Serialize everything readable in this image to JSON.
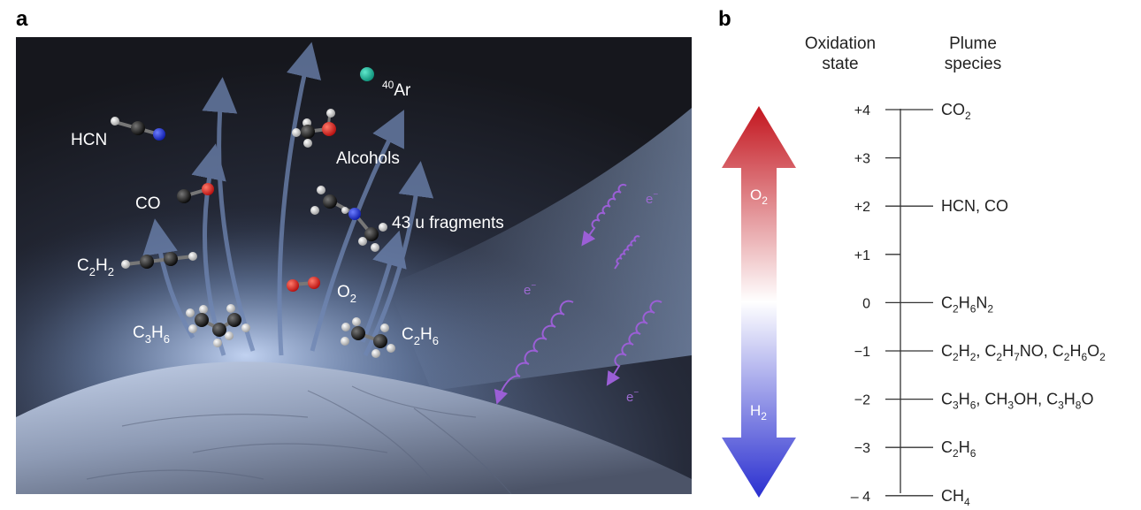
{
  "panel_a": {
    "letter": "a",
    "molecules": {
      "hcn": "HCN",
      "co": "CO",
      "c2h2": {
        "base1": "C",
        "sub1": "2",
        "base2": "H",
        "sub2": "2"
      },
      "c3h6": {
        "base1": "C",
        "sub1": "3",
        "base2": "H",
        "sub2": "6"
      },
      "ar": {
        "sup": "40",
        "base": "Ar"
      },
      "alcohols": "Alcohols",
      "fragments": "43 u fragments",
      "o2": {
        "base": "O",
        "sub": "2"
      },
      "c2h6": {
        "base1": "C",
        "sub1": "2",
        "base2": "H",
        "sub2": "6"
      }
    },
    "electron": {
      "base": "e",
      "sup": "−"
    }
  },
  "panel_b": {
    "letter": "b",
    "header_oxidation": [
      "Oxidation",
      "state"
    ],
    "header_plume": [
      "Plume",
      "species"
    ],
    "arrow_top_label": {
      "base": "O",
      "sub": "2"
    },
    "arrow_bottom_label": {
      "base": "H",
      "sub": "2"
    },
    "colors": {
      "oxidized": "#c3151e",
      "neutral": "#ffffff",
      "reduced": "#2a2fd0"
    },
    "levels": [
      {
        "state": "+4",
        "species": [
          [
            "CO",
            ""
          ],
          [
            "2",
            "sub"
          ]
        ]
      },
      {
        "state": "+3",
        "species": []
      },
      {
        "state": "+2",
        "species": [
          [
            "HCN, CO",
            ""
          ]
        ]
      },
      {
        "state": "+1",
        "species": []
      },
      {
        "state": "0",
        "species": [
          [
            "C",
            ""
          ],
          [
            "2",
            "sub"
          ],
          [
            "H",
            ""
          ],
          [
            "6",
            "sub"
          ],
          [
            "N",
            ""
          ],
          [
            "2",
            "sub"
          ]
        ]
      },
      {
        "state": "−1",
        "species": [
          [
            "C",
            ""
          ],
          [
            "2",
            "sub"
          ],
          [
            "H",
            ""
          ],
          [
            "2",
            "sub"
          ],
          [
            ", C",
            ""
          ],
          [
            "2",
            "sub"
          ],
          [
            "H",
            ""
          ],
          [
            "7",
            "sub"
          ],
          [
            "NO, C",
            ""
          ],
          [
            "2",
            "sub"
          ],
          [
            "H",
            ""
          ],
          [
            "6",
            "sub"
          ],
          [
            "O",
            ""
          ],
          [
            "2",
            "sub"
          ]
        ]
      },
      {
        "state": "−2",
        "species": [
          [
            "C",
            ""
          ],
          [
            "3",
            "sub"
          ],
          [
            "H",
            ""
          ],
          [
            "6",
            "sub"
          ],
          [
            ", CH",
            ""
          ],
          [
            "3",
            "sub"
          ],
          [
            "OH, C",
            ""
          ],
          [
            "3",
            "sub"
          ],
          [
            "H",
            ""
          ],
          [
            "8",
            "sub"
          ],
          [
            "O",
            ""
          ]
        ]
      },
      {
        "state": "−3",
        "species": [
          [
            "C",
            ""
          ],
          [
            "2",
            "sub"
          ],
          [
            "H",
            ""
          ],
          [
            "6",
            "sub"
          ]
        ]
      },
      {
        "state": "– 4",
        "species": [
          [
            "CH",
            ""
          ],
          [
            "4",
            "sub"
          ]
        ]
      }
    ]
  }
}
